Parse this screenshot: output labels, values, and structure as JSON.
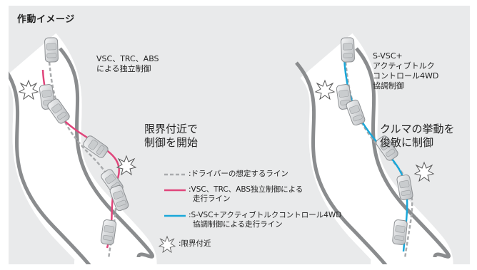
{
  "title": "作動イメージ",
  "left": {
    "label_lines": [
      "VSC、TRC、ABS",
      "による独立制御"
    ],
    "callout_lines": [
      "限界付近で",
      "制御を開始"
    ]
  },
  "right": {
    "label_lines": [
      "S-VSC+",
      "アクティブトルク",
      "コントロール4WD",
      "協調制御"
    ],
    "callout_lines": [
      "クルマの挙動を",
      "俊敏に制御"
    ]
  },
  "legend": {
    "driver_line": ":ドライバーの想定するライン",
    "independent_line": [
      ":VSC、TRC、ABS独立制御による",
      "走行ライン"
    ],
    "coop_line": [
      ":S-VSC+アクティブトルクコントロール4WD",
      "協調制御による走行ライン"
    ],
    "limit": ":限界付近"
  },
  "colors": {
    "panel_bg": "#e9eaeb",
    "road_edge": "#8a8c8e",
    "driver_line": "#a9abad",
    "independent_line": "#e0457b",
    "coop_line": "#1aa7d9"
  }
}
